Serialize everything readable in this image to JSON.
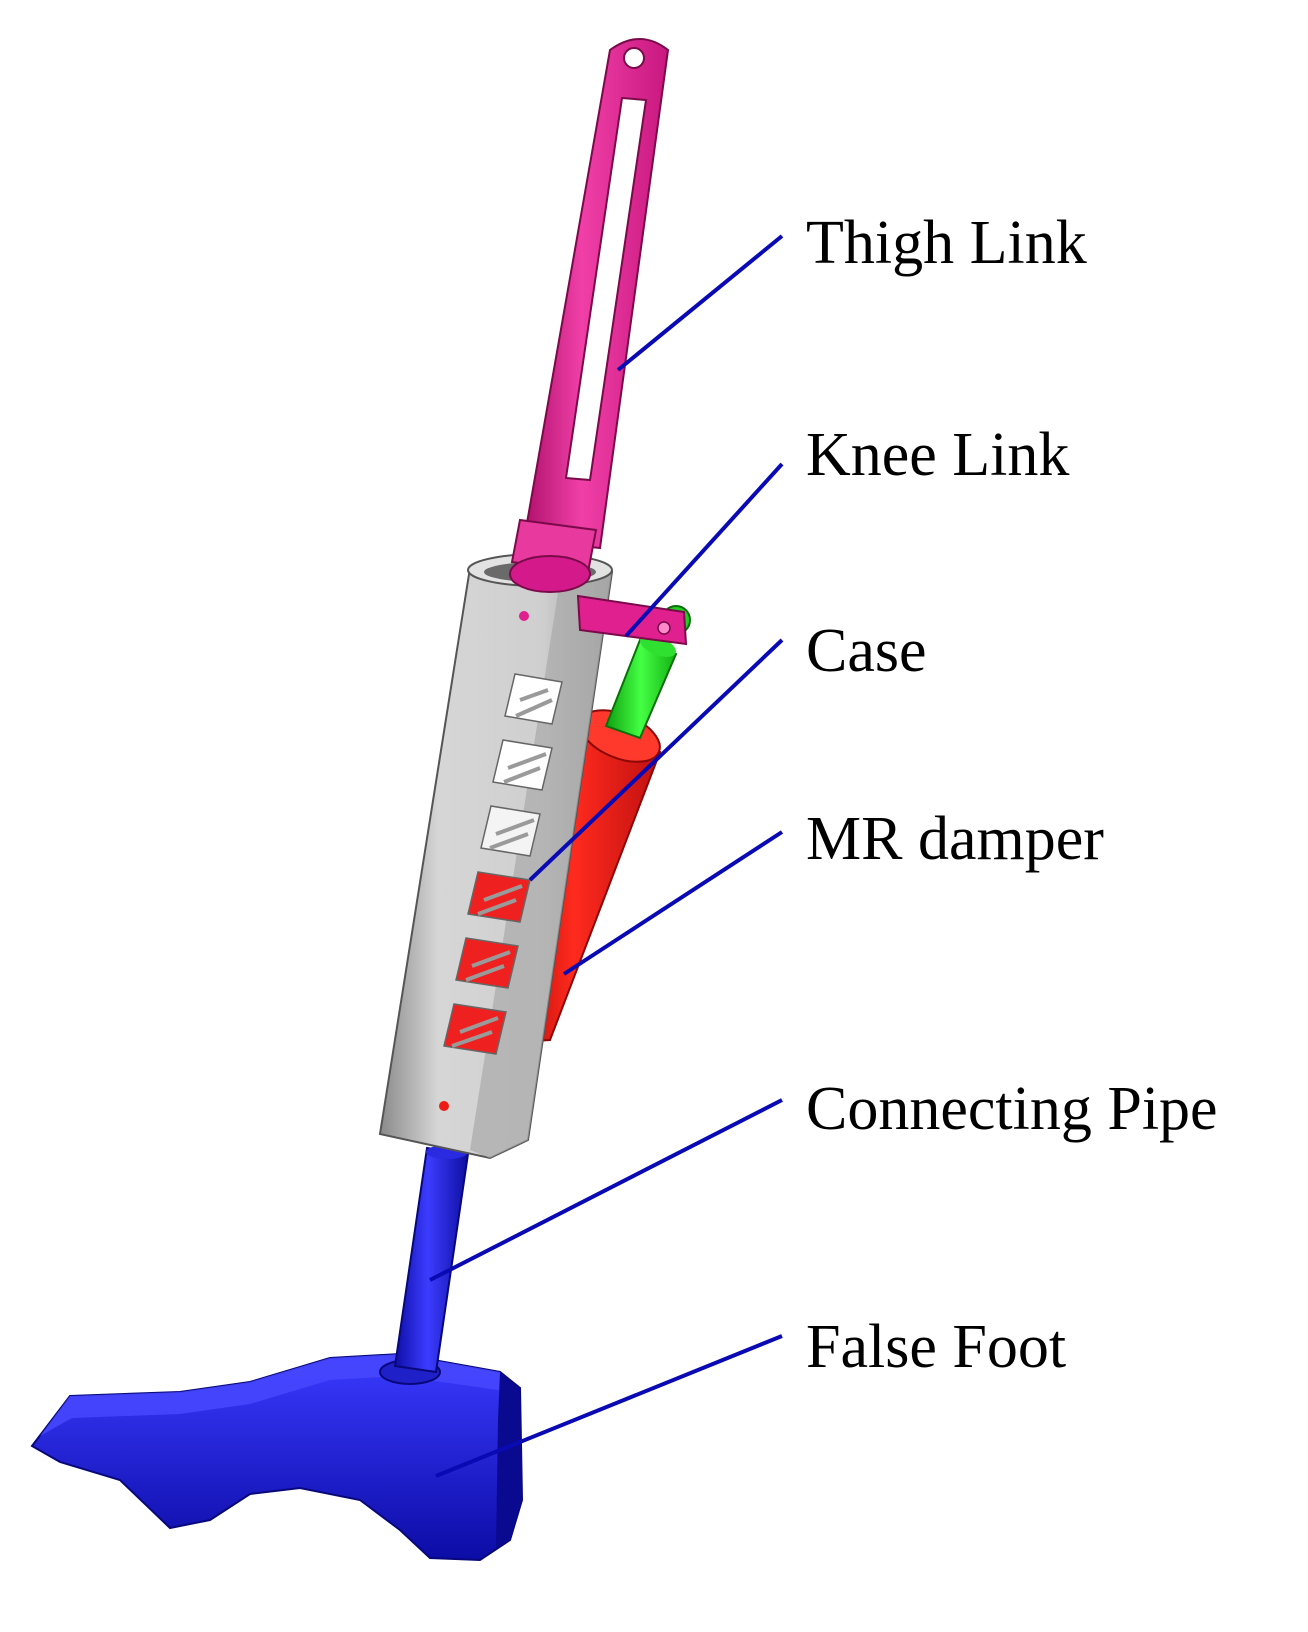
{
  "labels": {
    "thigh_link": "Thigh Link",
    "knee_link": "Knee Link",
    "case": "Case",
    "mr_damper": "MR damper",
    "connecting_pipe": "Connecting Pipe",
    "false_foot": "False Foot"
  },
  "colors": {
    "thigh_link": "#e0208f",
    "knee_link": "#e0208f",
    "case": "#c8c8c8",
    "mr_damper": "#ee1c14",
    "piston_rod": "#22dd22",
    "connecting_pipe": "#1a1ad8",
    "false_foot": "#1a1ad8",
    "leader_line": "#0a0ab4"
  }
}
